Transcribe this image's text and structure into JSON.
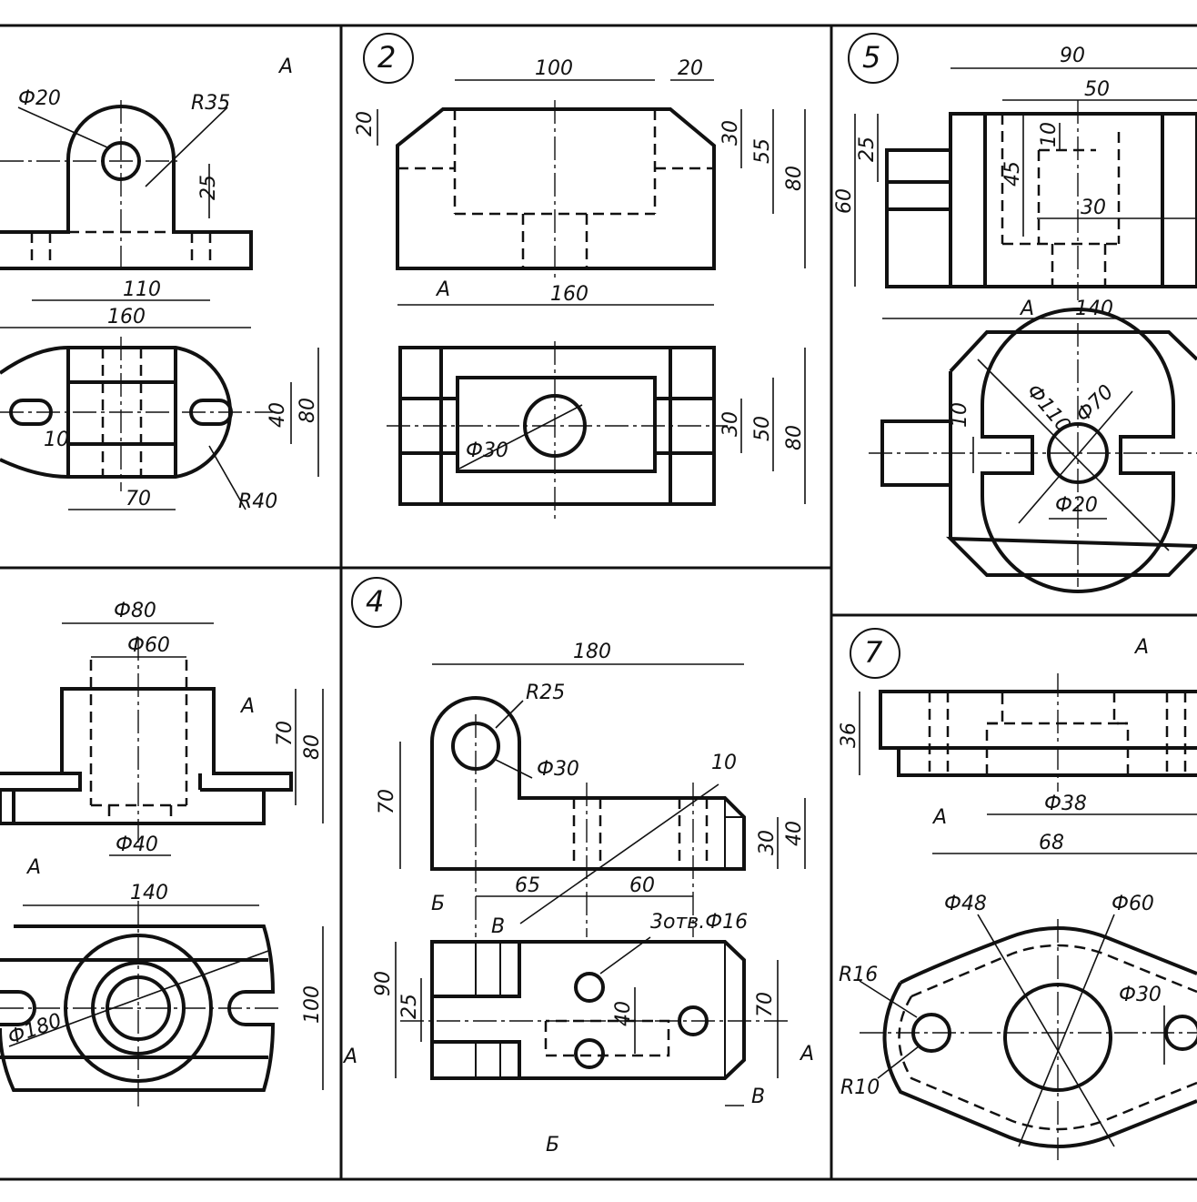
{
  "panels": [
    {
      "number": "",
      "labels": [
        "Ф20",
        "R35",
        "25",
        "110",
        "160",
        "10",
        "40",
        "80",
        "70",
        "R40"
      ],
      "section_mark": "A"
    },
    {
      "number": "2",
      "labels": [
        "100",
        "20",
        "20",
        "30",
        "55",
        "80",
        "160",
        "Ф30",
        "30",
        "50",
        "80"
      ],
      "section_mark": "A"
    },
    {
      "number": "5",
      "labels": [
        "90",
        "50",
        "10",
        "45",
        "25",
        "60",
        "30",
        "140",
        "Ф110",
        "Ф70",
        "10",
        "Ф20"
      ],
      "section_mark": "A"
    },
    {
      "number": "",
      "labels": [
        "Ф80",
        "Ф60",
        "70",
        "80",
        "Ф40",
        "140",
        "100",
        "Ф180"
      ],
      "section_mark": "A"
    },
    {
      "number": "4",
      "labels": [
        "180",
        "R25",
        "Ф30",
        "70",
        "30",
        "40",
        "65",
        "60",
        "Б",
        "В",
        "3отв.Ф16",
        "90",
        "25",
        "40",
        "70",
        "10",
        "Б",
        "В"
      ],
      "section_mark": "A"
    },
    {
      "number": "7",
      "labels": [
        "36",
        "Ф38",
        "68",
        "Ф48",
        "Ф60",
        "R16",
        "Ф30",
        "R10"
      ],
      "section_mark": "A"
    }
  ],
  "colors": {
    "ink": "#111111",
    "paper": "#ffffff"
  }
}
